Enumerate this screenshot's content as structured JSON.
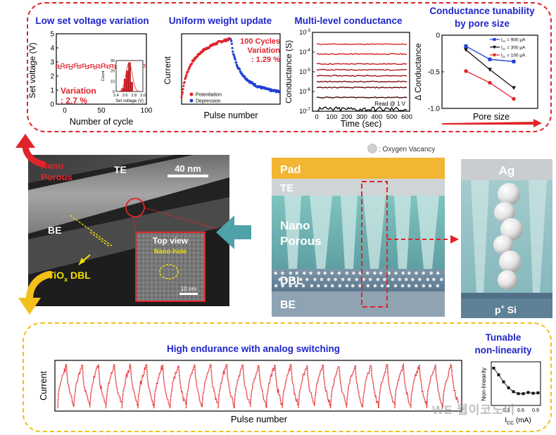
{
  "panel_titles": {
    "set_voltage": "Low set voltage variation",
    "weight_update": "Uniform weight update",
    "multilevel": "Multi-level conductance",
    "tunability_line1": "Conductance tunability",
    "tunability_line2": "by pore size",
    "endurance": "High endurance with analog switching",
    "nonlin_line1": "Tunable",
    "nonlin_line2": "non-linearity"
  },
  "tem": {
    "scale_bar": "40 nm",
    "te": "TE",
    "be": "BE",
    "nano": "Nano",
    "porous": "Porous",
    "dbl_prefix": "TiO",
    "dbl_sub": "x",
    "dbl_suffix": " DBL",
    "inset_title": "Top view",
    "inset_label": "Nano-hole",
    "inset_scale": "10 nm"
  },
  "schematic": {
    "legend": ": Oxygen Vacancy",
    "pad": "Pad",
    "te": "TE",
    "nano": "Nano",
    "porous": "Porous",
    "dbl": "DBL",
    "be": "BE",
    "ag": "Ag",
    "psi_p": "p",
    "psi_plus": "+",
    "psi_si": " Si"
  },
  "colors": {
    "red": "#e0242a",
    "yellow": "#f3c019",
    "blue_title": "#1f26c9",
    "teal_arrow": "#4fa3a8",
    "pad": "#f2b632"
  },
  "chart_data": [
    {
      "type": "scatter",
      "id": "set_voltage",
      "xlabel": "Number of cycle",
      "ylabel": "Set voltage (V)",
      "xlim": [
        0,
        100
      ],
      "ylim": [
        0,
        5
      ],
      "xticks": [
        "0",
        "50",
        "100"
      ],
      "yticks": [
        "0",
        "1",
        "2",
        "3",
        "4",
        "5"
      ],
      "annotation_line1": "Variation",
      "annotation_line2": ": 2.7 %",
      "x": [
        1,
        4,
        7,
        10,
        13,
        16,
        19,
        22,
        25,
        28,
        31,
        34,
        37,
        40,
        43,
        46,
        49,
        52,
        55,
        58,
        61,
        64,
        67,
        70,
        73,
        76,
        79,
        82,
        85,
        88,
        91,
        94,
        97
      ],
      "y": [
        2.7,
        2.62,
        2.78,
        2.66,
        2.74,
        2.58,
        2.72,
        2.8,
        2.64,
        2.7,
        2.76,
        2.62,
        2.68,
        2.74,
        2.6,
        2.72,
        2.66,
        2.78,
        2.7,
        2.64,
        2.74,
        2.68,
        2.6,
        2.76,
        2.7,
        2.72,
        2.64,
        2.78,
        2.66,
        2.72,
        2.7,
        2.62,
        2.74
      ],
      "inset": {
        "type": "histogram",
        "xlabel": "Set voltage (V)",
        "ylabel": "Count",
        "xlim": [
          2.4,
          3.0
        ],
        "ylim": [
          0,
          30
        ],
        "xticks": [
          "2.4",
          "2.6",
          "2.8",
          "3.0"
        ],
        "yticks": [
          "0",
          "10",
          "20",
          "30"
        ],
        "bin_centers": [
          2.55,
          2.6,
          2.65,
          2.7,
          2.75
        ],
        "counts": [
          3,
          12,
          20,
          28,
          9
        ]
      }
    },
    {
      "type": "scatter",
      "id": "weight_update",
      "xlabel": "Pulse number",
      "ylabel": "Current",
      "annotation_line1": "100 Cycles",
      "annotation_line2": "Variation",
      "annotation_line3": ": 1.29 %",
      "series": [
        {
          "name": "Potentiation",
          "color": "#e0242a",
          "x": [
            0,
            5,
            10,
            15,
            20,
            25,
            30,
            35,
            40,
            45,
            50,
            55,
            60,
            65,
            70,
            75,
            80,
            85,
            90,
            95,
            100
          ],
          "y": [
            0.1,
            0.3,
            0.42,
            0.51,
            0.58,
            0.63,
            0.67,
            0.71,
            0.74,
            0.77,
            0.79,
            0.81,
            0.83,
            0.85,
            0.86,
            0.88,
            0.89,
            0.9,
            0.91,
            0.92,
            0.93
          ]
        },
        {
          "name": "Depression",
          "color": "#1f3fd6",
          "x": [
            100,
            105,
            110,
            115,
            120,
            125,
            130,
            135,
            140,
            145,
            150,
            155,
            160,
            165,
            170,
            175,
            180,
            185,
            190,
            195,
            200
          ],
          "y": [
            0.93,
            0.72,
            0.6,
            0.52,
            0.46,
            0.41,
            0.37,
            0.34,
            0.31,
            0.29,
            0.27,
            0.25,
            0.24,
            0.23,
            0.22,
            0.21,
            0.2,
            0.19,
            0.19,
            0.18,
            0.18
          ]
        }
      ]
    },
    {
      "type": "line",
      "id": "multilevel",
      "xlabel": "Time (sec)",
      "ylabel": "Conductance (S)",
      "xlim": [
        0,
        600
      ],
      "yscale": "log",
      "ylim_exp": [
        -7,
        -3
      ],
      "xticks": [
        "0",
        "100",
        "200",
        "300",
        "400",
        "500",
        "600"
      ],
      "yticks": [
        "10^-7",
        "10^-6",
        "10^-5",
        "10^-4",
        "10^-3"
      ],
      "annotation": "Read @ 1 V",
      "levels_exp": [
        -3.6,
        -4.1,
        -4.6,
        -4.9,
        -5.2,
        -5.5,
        -5.8,
        -6.3,
        -6.9
      ],
      "level_colors": [
        "#e0242a",
        "#d22025",
        "#c21d21",
        "#b01a1d",
        "#9a1518",
        "#841114",
        "#6a0d10",
        "#4a0809",
        "#111111"
      ]
    },
    {
      "type": "line",
      "id": "tunability",
      "xlabel": "Pore size",
      "ylabel": "Δ Conductance",
      "xlim": [
        0,
        4
      ],
      "ylim": [
        -1.0,
        0
      ],
      "yticks": [
        "-1.0",
        "-0.5",
        "0"
      ],
      "series": [
        {
          "name": "Icc = 900 μA",
          "legend_main": "I",
          "legend_sub": "cc",
          "legend_val": " = 900 μA",
          "color": "#1f3fd6",
          "marker": "square",
          "x": [
            1,
            2,
            3
          ],
          "y": [
            -0.15,
            -0.33,
            -0.36
          ]
        },
        {
          "name": "Icc = 300 μA",
          "legend_main": "I",
          "legend_sub": "cc",
          "legend_val": " = 300 μA",
          "color": "#111111",
          "marker": "triangle",
          "x": [
            1,
            2,
            3
          ],
          "y": [
            -0.2,
            -0.47,
            -0.72
          ]
        },
        {
          "name": "Icc = 100 μA",
          "legend_main": "I",
          "legend_sub": "cc",
          "legend_val": " = 100 μA",
          "color": "#e0242a",
          "marker": "circle",
          "x": [
            1,
            2,
            3
          ],
          "y": [
            -0.49,
            -0.65,
            -0.87
          ]
        }
      ]
    },
    {
      "type": "line",
      "id": "endurance",
      "xlabel": "Pulse number",
      "ylabel": "Current",
      "cycles": 25,
      "color": "#e0242a"
    },
    {
      "type": "scatter",
      "id": "nonlinearity",
      "xlabel_main": "I",
      "xlabel_sub": "CC",
      "xlabel_unit": " (mA)",
      "ylabel": "Non-linearity",
      "xticks": [
        "0.3",
        "0.6",
        "0.9"
      ],
      "x": [
        0.05,
        0.15,
        0.25,
        0.35,
        0.45,
        0.55,
        0.65,
        0.75,
        0.85,
        0.95
      ],
      "y": [
        0.95,
        0.78,
        0.6,
        0.45,
        0.35,
        0.3,
        0.3,
        0.33,
        0.31,
        0.32
      ]
    }
  ],
  "watermark": "WE 웹이코노미"
}
